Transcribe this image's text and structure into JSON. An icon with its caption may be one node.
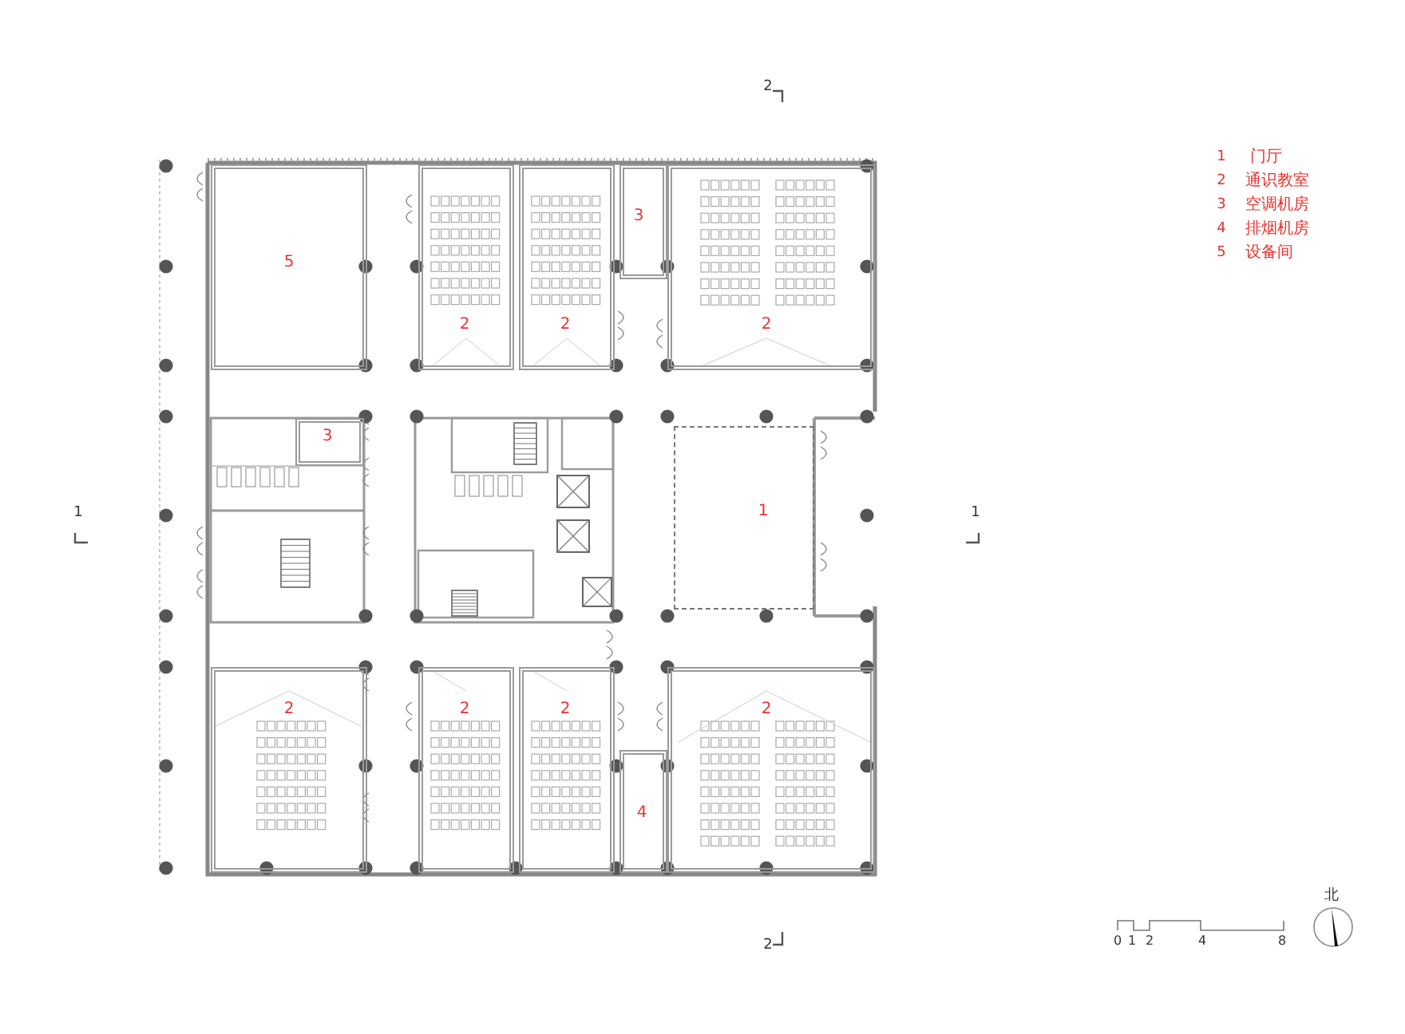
{
  "diagram": {
    "nodes": [
      {
        "text": [
          "5"
        ]
      },
      {
        "text": [
          "2"
        ]
      },
      {
        "text": [
          "2"
        ]
      },
      {
        "text": [
          "3"
        ]
      },
      {
        "text": [
          "2"
        ]
      },
      {
        "text": [
          "3"
        ]
      },
      {
        "text": [
          "1"
        ]
      },
      {
        "text": [
          "2"
        ]
      },
      {
        "text": [
          "2"
        ]
      },
      {
        "text": [
          "2"
        ]
      },
      {
        "text": [
          "2"
        ]
      },
      {
        "text": [
          "4"
        ]
      }
    ],
    "edges": [],
    "labels": [
      "2",
      "1",
      "门厅",
      "2",
      "通识教室",
      "3",
      "空调机房",
      "4",
      "排烟机房",
      "5",
      "设备间",
      "1",
      "1",
      "北",
      "2",
      "0",
      "1",
      "2",
      "4",
      "8"
    ]
  }
}
